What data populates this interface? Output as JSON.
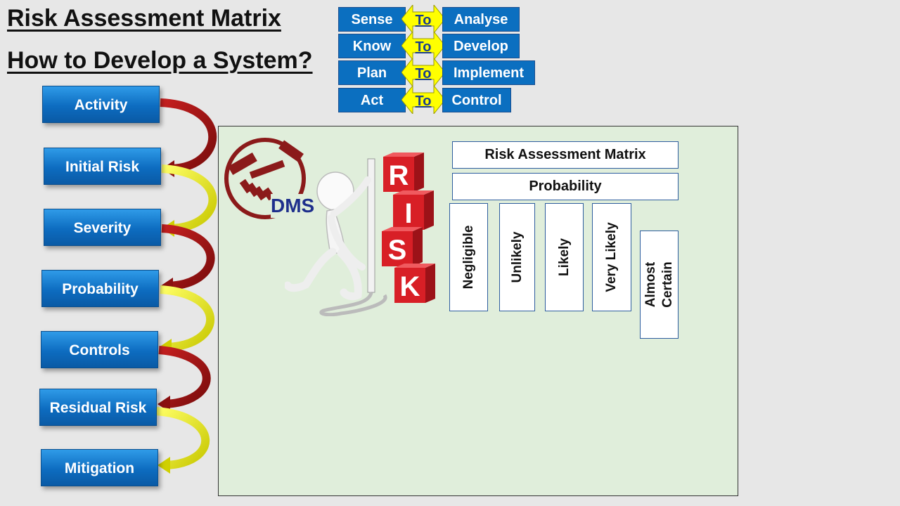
{
  "titles": {
    "main": "Risk Assessment Matrix",
    "sub": "How to Develop a System?"
  },
  "flow": [
    {
      "from": "Sense",
      "to_word": "To",
      "to": "Analyse"
    },
    {
      "from": "Know",
      "to_word": "To",
      "to": "Develop"
    },
    {
      "from": "Plan",
      "to_word": "To",
      "to": "Implement"
    },
    {
      "from": "Act",
      "to_word": "To",
      "to": "Control"
    }
  ],
  "steps": [
    "Activity",
    "Initial Risk",
    "Severity",
    "Probability",
    "Controls",
    "Residual Risk",
    "Mitigation"
  ],
  "graphic": {
    "logo_text": "DMS",
    "cube_letters": [
      "R",
      "I",
      "S",
      "K"
    ]
  },
  "matrix": {
    "title": "Risk Assessment Matrix",
    "probability_header": "Probability",
    "columns": [
      "Negligible",
      "Unlikely",
      "Likely",
      "Very Likely",
      "Almost Certain"
    ]
  },
  "colors": {
    "box_blue": "#0b6fc0",
    "arrow_yellow": "#ffff00",
    "curve_red": "#a01010",
    "curve_yellow": "#e6e600",
    "panel_green": "#e0eedb",
    "logo_red": "#8b1a1a",
    "logo_blue": "#1e2f8c",
    "cube_red": "#d81f26"
  }
}
